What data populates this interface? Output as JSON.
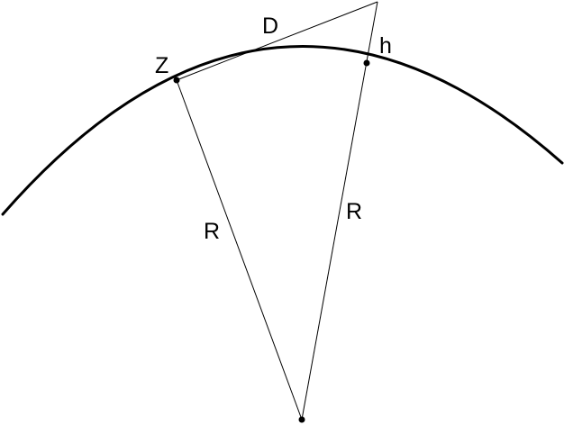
{
  "diagram": {
    "labels": {
      "z": "Z",
      "d": "D",
      "h": "h",
      "r_left": "R",
      "r_right": "R"
    },
    "colors": {
      "stroke": "#000000",
      "background": "#ffffff"
    }
  }
}
